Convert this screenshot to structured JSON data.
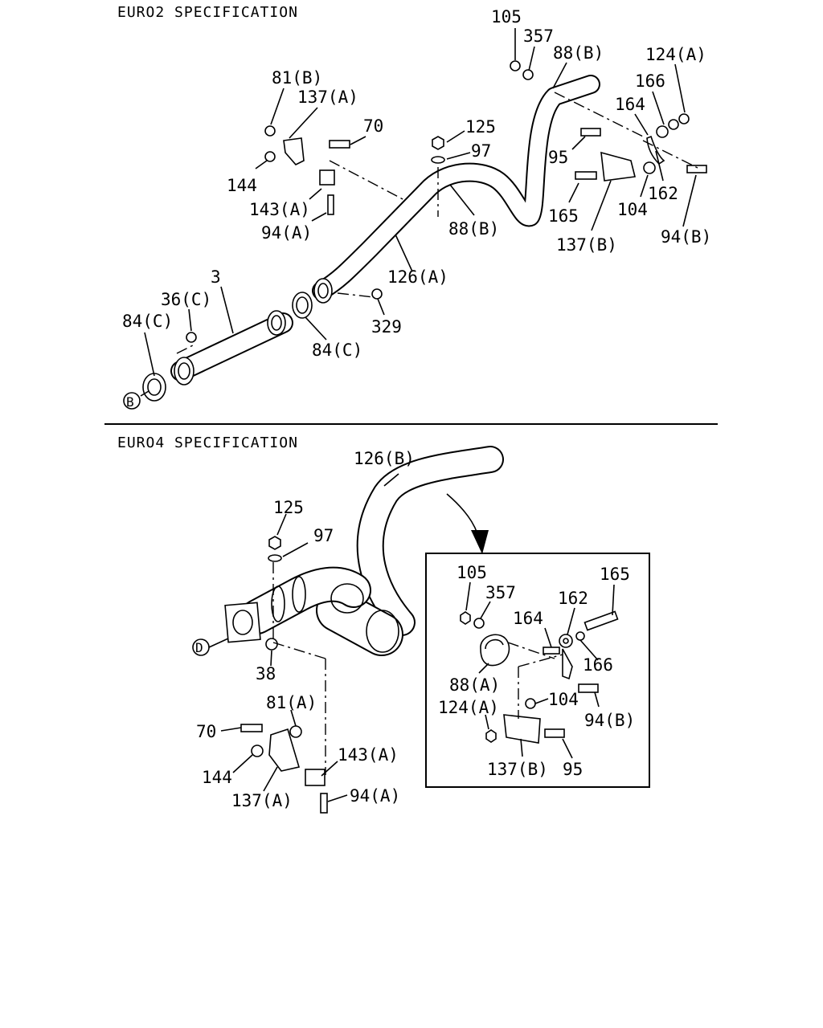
{
  "sections": {
    "euro2_title": "EURO2 SPECIFICATION",
    "euro4_title": "EURO4 SPECIFICATION"
  },
  "euro2_labels": [
    "105",
    "357",
    "88(B)",
    "124(A)",
    "166",
    "164",
    "81(B)",
    "137(A)",
    "70",
    "125",
    "97",
    "95",
    "144",
    "143(A)",
    "94(A)",
    "162",
    "165",
    "104",
    "88(B)",
    "137(B)",
    "94(B)",
    "3",
    "126(A)",
    "36(C)",
    "84(C)",
    "84(C)",
    "329",
    "B"
  ],
  "euro4_labels": [
    "126(B)",
    "125",
    "97",
    "D",
    "38",
    "81(A)",
    "70",
    "144",
    "137(A)",
    "143(A)",
    "94(A)"
  ],
  "inset_labels": [
    "105",
    "357",
    "165",
    "162",
    "164",
    "166",
    "88(A)",
    "104",
    "124(A)",
    "94(B)",
    "137(B)",
    "95"
  ]
}
